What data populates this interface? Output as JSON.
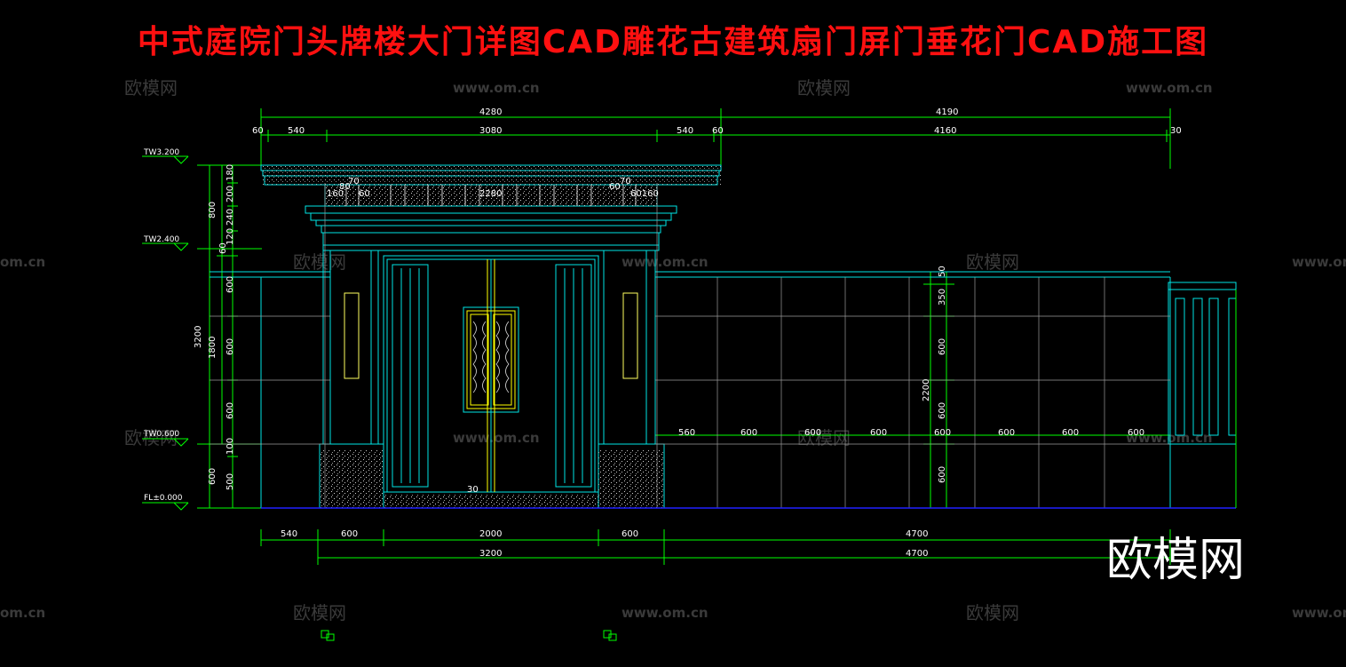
{
  "title": "中式庭院门头牌楼大门详图CAD雕花古建筑扇门屏门垂花门CAD施工图",
  "watermark": {
    "cn": "欧模网",
    "url": "www.om.cn",
    "url_partial": "om.cn",
    "big": "欧模网"
  },
  "levels": [
    "TW3.200",
    "TW2.400",
    "TW0.600",
    "FL±0.000"
  ],
  "dims_top_1": [
    "4280",
    "4190"
  ],
  "dims_top_2": [
    "60",
    "540",
    "3080",
    "540",
    "60",
    "4160",
    "30"
  ],
  "dims_roof": [
    "70",
    "80",
    "60",
    "160",
    "2280",
    "60",
    "70",
    "60160"
  ],
  "dims_left_outer": [
    "800",
    "3200",
    "600"
  ],
  "dims_left_mid": [
    "1800",
    "60"
  ],
  "dims_left_inner": [
    "180",
    "200",
    "240",
    "120",
    "600",
    "600",
    "600",
    "100",
    "500"
  ],
  "dims_right_vert": [
    "50",
    "350",
    "600",
    "600",
    "600",
    "2200"
  ],
  "dims_wall": [
    "560",
    "600",
    "600",
    "600",
    "600",
    "600",
    "600",
    "600"
  ],
  "dims_bottom_1": [
    "540",
    "600",
    "2000",
    "600",
    "4700"
  ],
  "dims_bottom_2": [
    "3200",
    "4700"
  ],
  "door_label": "30",
  "colors": {
    "title": "#ff1010",
    "dim": "#00ff00",
    "outline": "#00e5e5",
    "ground": "#2020ff",
    "ornament": "#ffff00"
  }
}
